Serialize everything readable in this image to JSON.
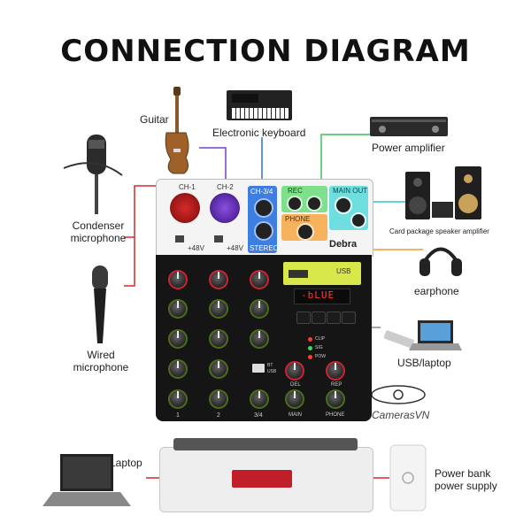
{
  "title": "CONNECTION DIAGRAM",
  "labels": {
    "guitar": "Guitar",
    "keyboard": "Electronic keyboard",
    "power_amp": "Power amplifier",
    "condenser_1": "Condenser",
    "condenser_2": "microphone",
    "speaker_amp": "Card package speaker amplifier",
    "earphone": "earphone",
    "wired_1": "Wired",
    "wired_2": "microphone",
    "usb_laptop": "USB/laptop",
    "laptop": "Laptop",
    "power_bank_1": "Power bank",
    "power_bank_2": "power supply"
  },
  "mixer": {
    "brand": "Debra",
    "display": "-bLUE",
    "ch1": "CH-1",
    "ch2": "CH-2",
    "ch34": "CH-3/4",
    "stereo": "STEREO",
    "rec": "REC",
    "main_out": "MAIN OUT",
    "phone": "PHONE",
    "phantom": "+48V",
    "usb": "USB",
    "bt": "BT",
    "strip_1": "1",
    "strip_2": "2",
    "strip_34": "3/4",
    "main": "MAIN",
    "phone_label": "PHONE",
    "del": "DEL",
    "rep": "REP",
    "clip": "CLIP",
    "sig": "SIG",
    "pow": "POW"
  },
  "watermark": "CamerasVN",
  "colors": {
    "red": "#d42a2a",
    "purple": "#7a3fc8",
    "blue": "#2f6fd6",
    "green": "#39c25a",
    "cyan": "#35c7c9",
    "orange": "#f39a2b",
    "gray": "#8a8a8a"
  }
}
